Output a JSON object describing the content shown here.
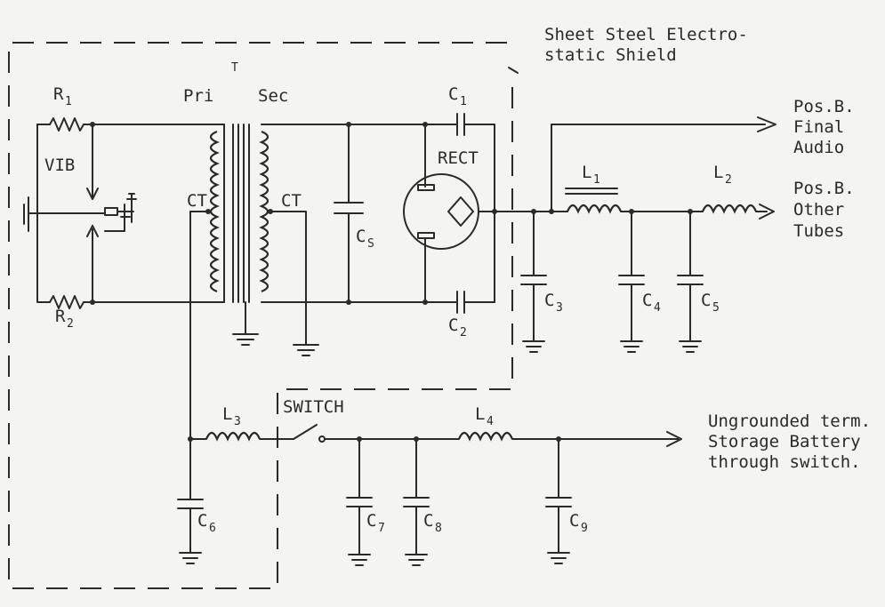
{
  "title_line1": "Sheet Steel Electro-",
  "title_line2": "static Shield",
  "labels": {
    "r1": "R",
    "r1_sub": "1",
    "r2": "R",
    "r2_sub": "2",
    "vib": "VIB",
    "t": "T",
    "pri": "Pri",
    "sec": "Sec",
    "ct_pri": "CT",
    "ct_sec": "CT",
    "c1": "C",
    "c1_sub": "1",
    "c2": "C",
    "c2_sub": "2",
    "cs": "C",
    "cs_sub": "S",
    "rect": "RECT",
    "l1": "L",
    "l1_sub": "1",
    "l2": "L",
    "l2_sub": "2",
    "l3": "L",
    "l3_sub": "3",
    "l4": "L",
    "l4_sub": "4",
    "c3": "C",
    "c3_sub": "3",
    "c4": "C",
    "c4_sub": "4",
    "c5": "C",
    "c5_sub": "5",
    "c6": "C",
    "c6_sub": "6",
    "c7": "C",
    "c7_sub": "7",
    "c8": "C",
    "c8_sub": "8",
    "c9": "C",
    "c9_sub": "9",
    "switch": "SWITCH"
  },
  "outputs": {
    "final_audio": [
      "Pos.B.",
      "Final",
      "Audio"
    ],
    "other_tubes": [
      "Pos.B.",
      "Other",
      "Tubes"
    ],
    "battery": [
      "Ungrounded term.",
      "Storage Battery",
      "through switch."
    ]
  }
}
